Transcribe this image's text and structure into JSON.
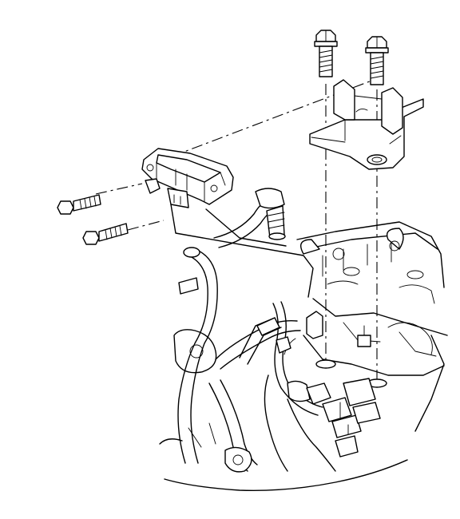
{
  "diagram": {
    "parts": [
      "ignition-control-module",
      "module-mounting-bracket",
      "module-bolt-upper-left",
      "module-bolt-lower-left",
      "bracket-bolt-left",
      "bracket-bolt-right",
      "intake-manifold-area",
      "wiring-harness",
      "coolant-hoses"
    ]
  }
}
